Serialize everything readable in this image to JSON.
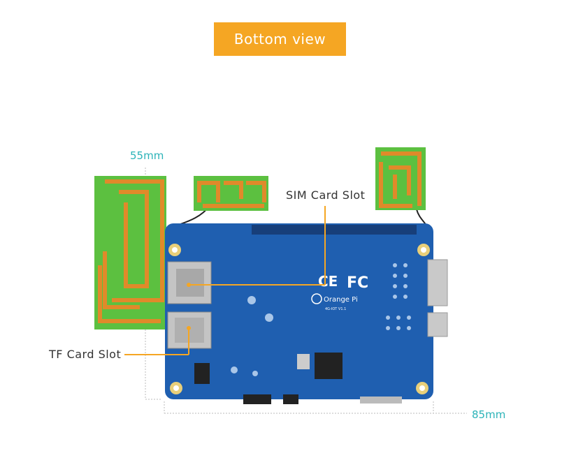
{
  "header": {
    "title": "Bottom view"
  },
  "dimensions": {
    "height_label": "55mm",
    "width_label": "85mm"
  },
  "callouts": {
    "sim": "SIM Card Slot",
    "tf": "TF Card Slot"
  },
  "board_markings": {
    "brand": "Orange Pi",
    "model": "4G-IOT V1.1",
    "fcc": "FC",
    "ce": "CE"
  },
  "colors": {
    "accent": "#f5a623",
    "dimension": "#2bb3b8",
    "pcb": "#1f5fb0",
    "antenna": "#5cc040",
    "antenna_trace": "#e08a2a"
  }
}
